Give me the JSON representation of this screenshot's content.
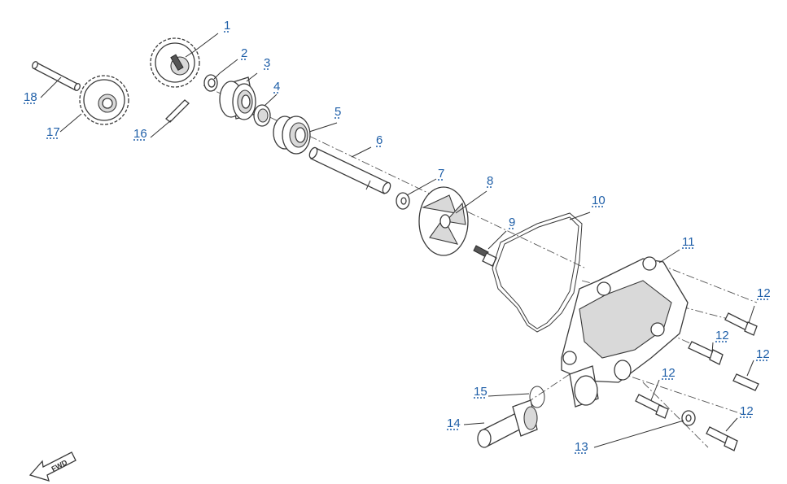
{
  "callouts": [
    {
      "id": "c1",
      "label": "1"
    },
    {
      "id": "c2",
      "label": "2"
    },
    {
      "id": "c3",
      "label": "3"
    },
    {
      "id": "c4",
      "label": "4"
    },
    {
      "id": "c5",
      "label": "5"
    },
    {
      "id": "c6",
      "label": "6"
    },
    {
      "id": "c7",
      "label": "7"
    },
    {
      "id": "c8",
      "label": "8"
    },
    {
      "id": "c9",
      "label": "9"
    },
    {
      "id": "c10",
      "label": "10"
    },
    {
      "id": "c11",
      "label": "11"
    },
    {
      "id": "c12a",
      "label": "12"
    },
    {
      "id": "c12b",
      "label": "12"
    },
    {
      "id": "c12c",
      "label": "12"
    },
    {
      "id": "c12d",
      "label": "12"
    },
    {
      "id": "c12e",
      "label": "12"
    },
    {
      "id": "c13",
      "label": "13"
    },
    {
      "id": "c14",
      "label": "14"
    },
    {
      "id": "c15",
      "label": "15"
    },
    {
      "id": "c16",
      "label": "16"
    },
    {
      "id": "c17",
      "label": "17"
    },
    {
      "id": "c18",
      "label": "18"
    }
  ],
  "fwd_label": "FWD",
  "colors": {
    "callout": "#1f5fa8",
    "line": "#3a3a3a"
  }
}
